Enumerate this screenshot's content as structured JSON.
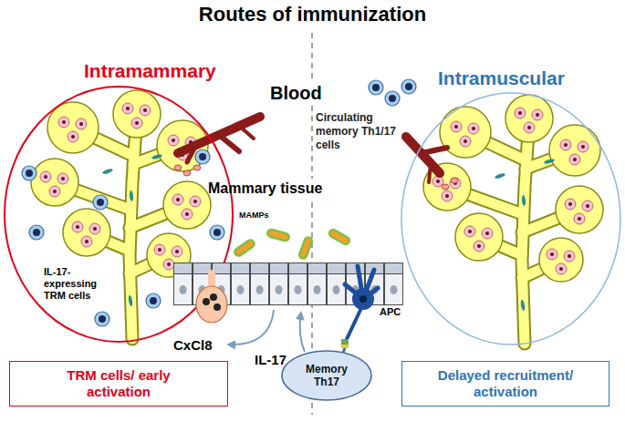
{
  "diagram": {
    "title": "Routes of immunization",
    "nodes": [
      {
        "text": [
          "TRM cells/ early activation"
        ]
      },
      {
        "text": [
          "Memory Th17"
        ]
      },
      {
        "text": [
          "Delayed recruitment/ activation"
        ]
      }
    ],
    "labels": [
      "Intramammary",
      "Intramuscular",
      "Blood",
      "Circulating memory Th1/17 cells",
      "Mammary tissue",
      "MAMPs",
      "IL-17-expressing TRM cells",
      "APC",
      "CxCl8",
      "IL-17"
    ]
  }
}
